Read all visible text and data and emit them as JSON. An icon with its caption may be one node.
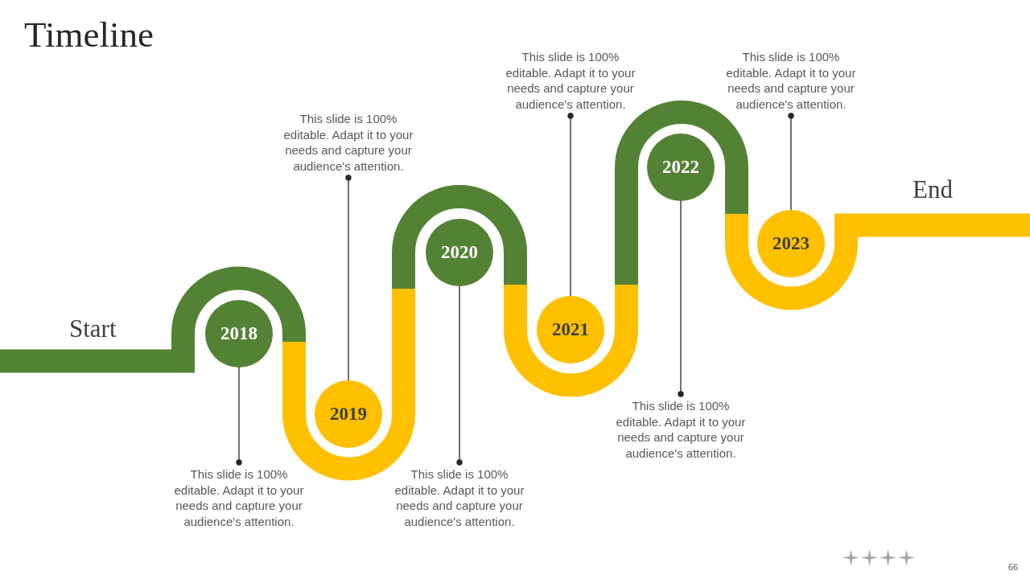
{
  "diagram": {
    "title": "Timeline",
    "nodes": [
      {
        "text": [
          "2018"
        ]
      },
      {
        "text": [
          "This slide is 100% editable. Adapt it to your needs and capture your audience's attention."
        ]
      },
      {
        "text": [
          "2019"
        ]
      },
      {
        "text": [
          "This slide is 100% editable. Adapt it to your needs and capture your audience's attention."
        ]
      },
      {
        "text": [
          "2020"
        ]
      },
      {
        "text": [
          "This slide is 100% editable. Adapt it to your needs and capture your audience's attention."
        ]
      },
      {
        "text": [
          "2021"
        ]
      },
      {
        "text": [
          "This slide is 100% editable. Adapt it to your needs and capture your audience's attention."
        ]
      },
      {
        "text": [
          "2022"
        ]
      },
      {
        "text": [
          "This slide is 100% editable. Adapt it to your needs and capture your audience's attention."
        ]
      },
      {
        "text": [
          "2023"
        ]
      },
      {
        "text": [
          "This slide is 100% editable. Adapt it to your needs and capture your audience's attention."
        ]
      }
    ],
    "edges": [
      {
        "from": 1,
        "to": 0,
        "arrow": "other"
      },
      {
        "from": 3,
        "to": 2,
        "arrow": "other"
      },
      {
        "from": 5,
        "to": 4,
        "arrow": "other"
      },
      {
        "from": 7,
        "to": 6,
        "arrow": "other"
      },
      {
        "from": 9,
        "to": 8,
        "arrow": "other"
      },
      {
        "from": 11,
        "to": 10,
        "arrow": "other"
      }
    ],
    "labels": [
      "Start",
      "End",
      "66"
    ]
  }
}
